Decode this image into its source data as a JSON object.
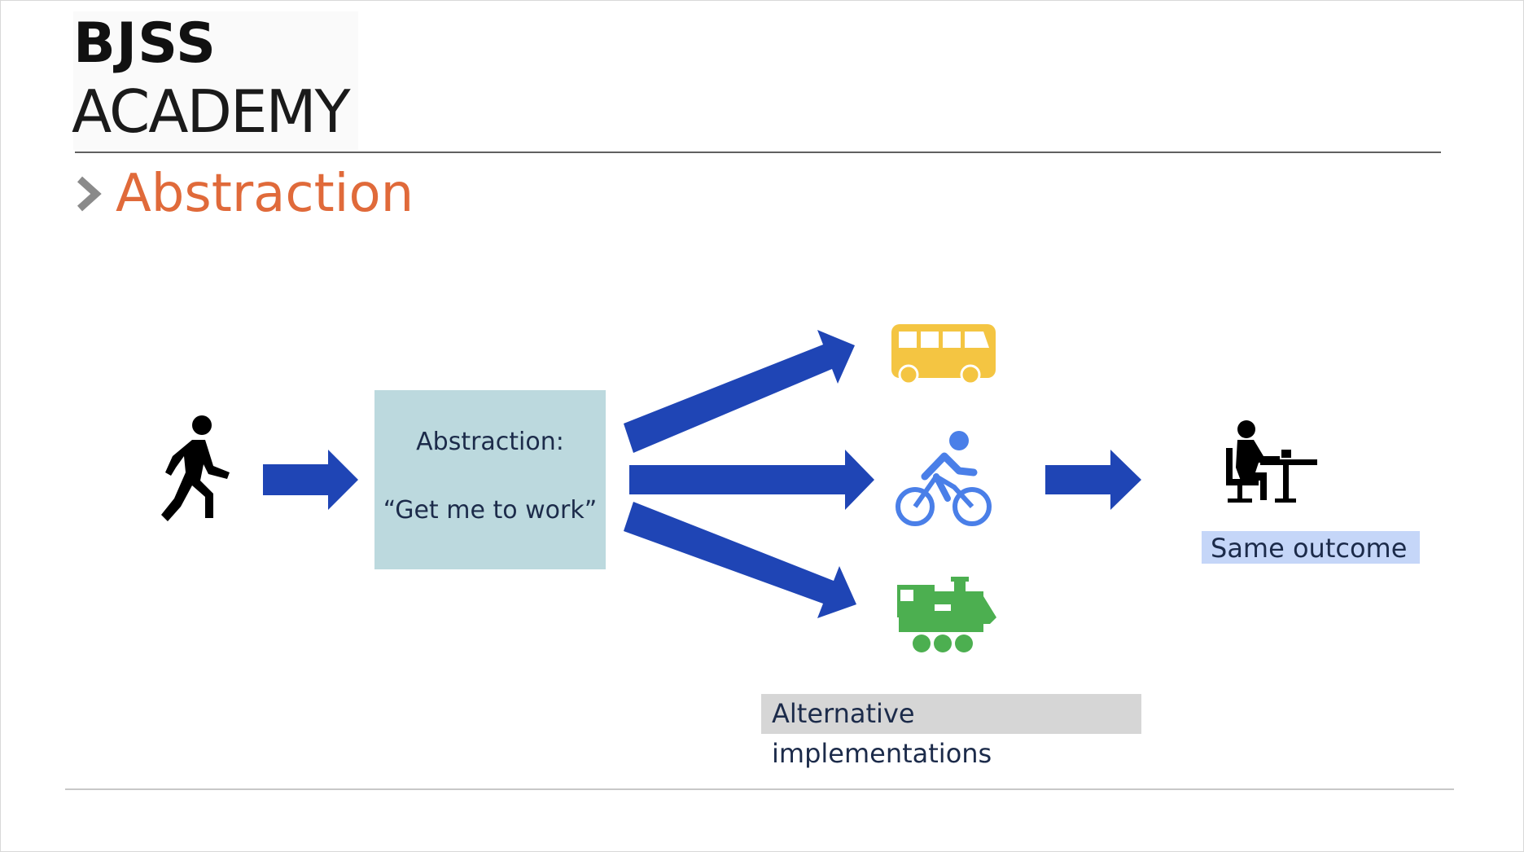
{
  "logo": {
    "line1": "BJSS",
    "line2": "ACADEMY"
  },
  "title": "Abstraction",
  "colors": {
    "accent": "#e06a3a",
    "arrow": "#1f45b5",
    "box": "#bcd9de",
    "bus": "#f4c542",
    "bike": "#4a7fe8",
    "train": "#4caf50",
    "same_outcome_bg": "#c5d6f8",
    "alternatives_bg": "#d6d6d6"
  },
  "diagram": {
    "abstraction_heading": "Abstraction:",
    "abstraction_quote": "“Get me to work”",
    "alternatives_label": "Alternative implementations",
    "outcome_label": "Same outcome",
    "icons": [
      "walking-person-icon",
      "bus-icon",
      "cyclist-icon",
      "train-icon",
      "person-at-desk-icon"
    ]
  }
}
